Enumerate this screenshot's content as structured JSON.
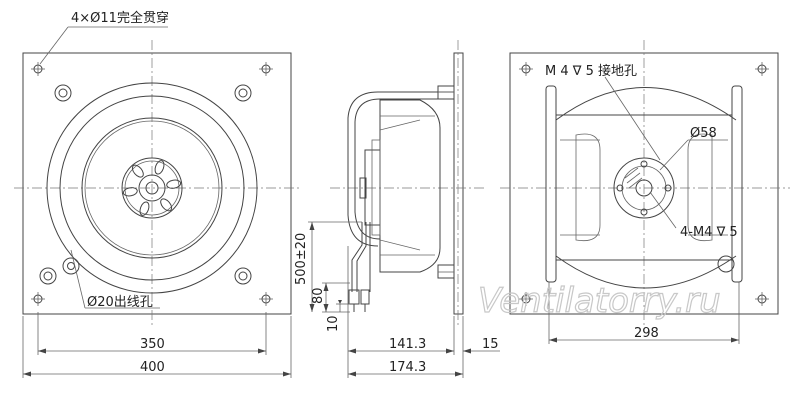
{
  "watermark": "Ventilatorry.ru",
  "labels": {
    "holes_through": "4×Ø11完全贯穿",
    "cable_hole": "Ø20出线孔",
    "ground_hole": "M 4 ∇ 5  接地孔",
    "motor_dia": "Ø58",
    "mount_thread": "4-M4 ∇ 5"
  },
  "dimensions": {
    "front_inner": "350",
    "front_outer": "400",
    "side_depth": "141.3",
    "side_flange": "15",
    "side_total": "174.3",
    "cable_length": "500±20",
    "cable_strip": "80",
    "cable_tip": "10",
    "rear_span": "298"
  },
  "colors": {
    "line": "#444444",
    "watermark": "#c8c8c8"
  }
}
